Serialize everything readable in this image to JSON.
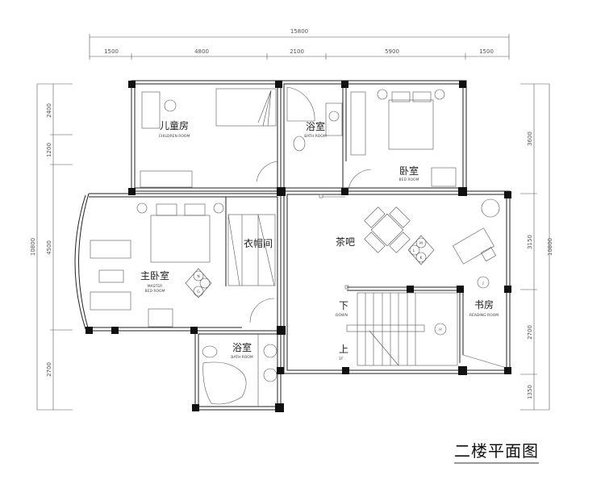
{
  "title": "二楼平面图",
  "dimensions": {
    "top_total": "15800",
    "top_segments": [
      "1500",
      "4800",
      "2100",
      "5900",
      "1500"
    ],
    "left_total": "10800",
    "left_segments": [
      "2400",
      "1200",
      "4500",
      "2700"
    ],
    "right_total": "10800",
    "right_segments": [
      "3600",
      "3150",
      "2700",
      "1350"
    ]
  },
  "rooms": {
    "children_room": {
      "label": "儿童房",
      "sub": "CHILDREN ROOM"
    },
    "bath_upper": {
      "label": "浴室",
      "sub": "BATH ROOM"
    },
    "bedroom": {
      "label": "卧室",
      "sub": "BED ROOM"
    },
    "master_bedroom": {
      "label": "主卧室",
      "sub1": "MASTER",
      "sub2": "BED ROOM"
    },
    "closet": {
      "label": "衣帽间"
    },
    "tea_bar": {
      "label": "茶吧"
    },
    "study": {
      "label": "书房",
      "sub": "READING ROOM"
    },
    "bath_lower": {
      "label": "浴室",
      "sub": "BATH ROOM"
    }
  },
  "stairs": {
    "down": "下",
    "down_sub": "DOWN",
    "up": "上",
    "up_sub": "1F"
  },
  "markers": [
    "N",
    "G",
    "M",
    "L",
    "K",
    "J",
    "H"
  ]
}
